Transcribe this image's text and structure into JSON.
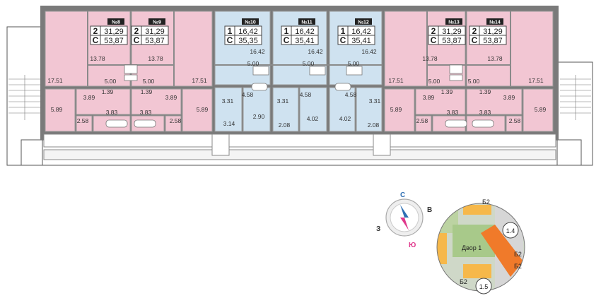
{
  "colors": {
    "two_room": "#f2c6d3",
    "one_room": "#cfe2f0",
    "wall": "#6e6e6e",
    "hall": "#ffffff",
    "compass_north": "#2f6fb3",
    "compass_south": "#e0388c"
  },
  "apartments": [
    {
      "no": "№8",
      "rooms": "2",
      "area_living": "31,29",
      "type": "С",
      "area_total": "53,87"
    },
    {
      "no": "№9",
      "rooms": "2",
      "area_living": "31,29",
      "type": "С",
      "area_total": "53,87"
    },
    {
      "no": "№10",
      "rooms": "1",
      "area_living": "16,42",
      "type": "С",
      "area_total": "35,35"
    },
    {
      "no": "№11",
      "rooms": "1",
      "area_living": "16,42",
      "type": "С",
      "area_total": "35,41"
    },
    {
      "no": "№12",
      "rooms": "1",
      "area_living": "16,42",
      "type": "С",
      "area_total": "35,41"
    },
    {
      "no": "№13",
      "rooms": "2",
      "area_living": "31,29",
      "type": "С",
      "area_total": "53,87"
    },
    {
      "no": "№14",
      "rooms": "2",
      "area_living": "31,29",
      "type": "С",
      "area_total": "53,87"
    }
  ],
  "room_areas": [
    "13.78",
    "13.78",
    "13.78",
    "13.78",
    "17.51",
    "17.51",
    "17.51",
    "17.51",
    "5.00",
    "5.00",
    "5.00",
    "5.00",
    "5.00",
    "5.00",
    "5.00",
    "3.89",
    "3.89",
    "3.89",
    "3.89",
    "1.39",
    "1.39",
    "1.39",
    "1.39",
    "5.89",
    "5.89",
    "5.89",
    "5.89",
    "3.83",
    "3.83",
    "3.83",
    "3.83",
    "2.58",
    "2.58",
    "2.58",
    "2.58",
    "16.42",
    "16.42",
    "16.42",
    "4.58",
    "4.58",
    "4.58",
    "3.31",
    "3.31",
    "3.31",
    "2.90",
    "3.14",
    "2.08",
    "4.02",
    "4.02",
    "2.08"
  ],
  "compass": {
    "north": "С",
    "east": "В",
    "west": "З",
    "south": "Ю"
  },
  "site_map": {
    "label_b2": [
      "Б2",
      "Б2",
      "Б2",
      "Б2"
    ],
    "courtyard": "Двор 1",
    "building_1": "1.4",
    "building_2": "1.5"
  }
}
